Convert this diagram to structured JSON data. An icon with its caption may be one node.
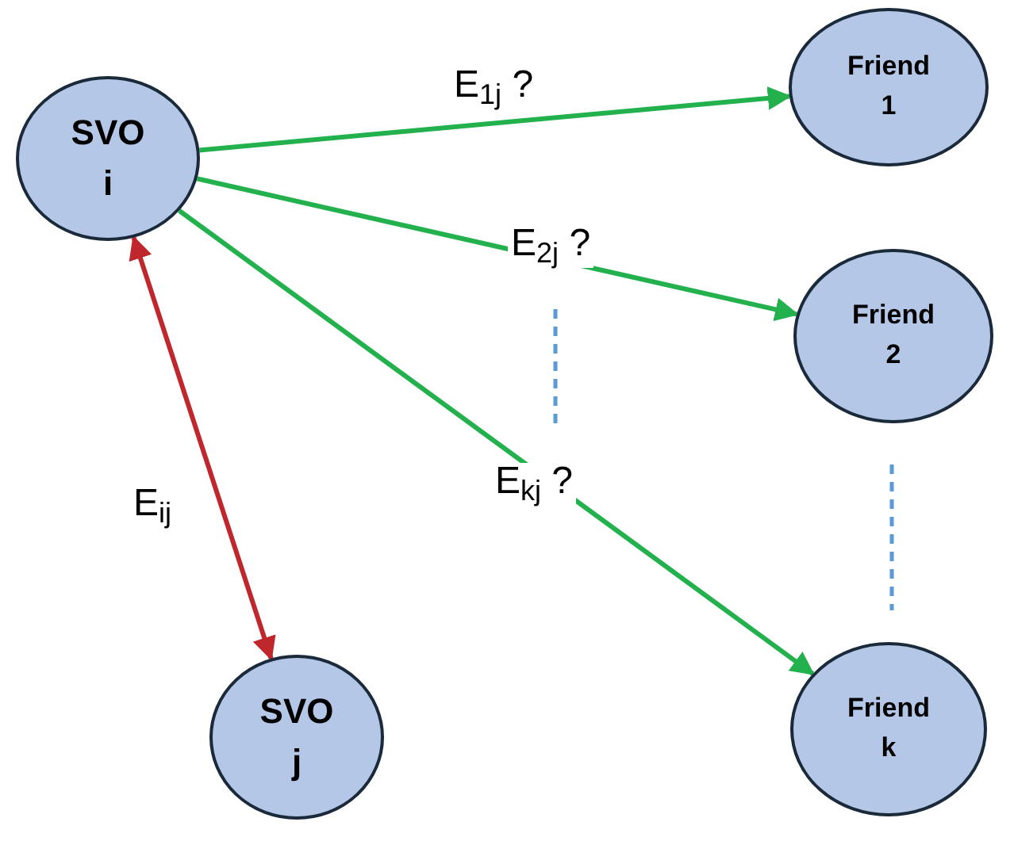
{
  "diagram": {
    "nodes": [
      {
        "text": [
          "SVO i"
        ]
      },
      {
        "text": [
          "Friend 1"
        ]
      },
      {
        "text": [
          "Friend 2"
        ]
      },
      {
        "text": [
          "SVO j"
        ]
      },
      {
        "text": [
          "Friend k"
        ]
      }
    ],
    "edges": [
      {
        "from": 0,
        "to": 1,
        "arrow": "to",
        "label": "E$_{1j}$ ?"
      },
      {
        "from": 0,
        "to": 2,
        "arrow": "to",
        "label": "E$_{2j}$ ?"
      },
      {
        "from": 0,
        "to": 4,
        "arrow": "to",
        "label": "E$_{kj}$ ?"
      },
      {
        "from": 0,
        "to": 3,
        "arrow": "both",
        "label": "E$_{ij}$",
        "color": "#c0272d"
      }
    ]
  }
}
